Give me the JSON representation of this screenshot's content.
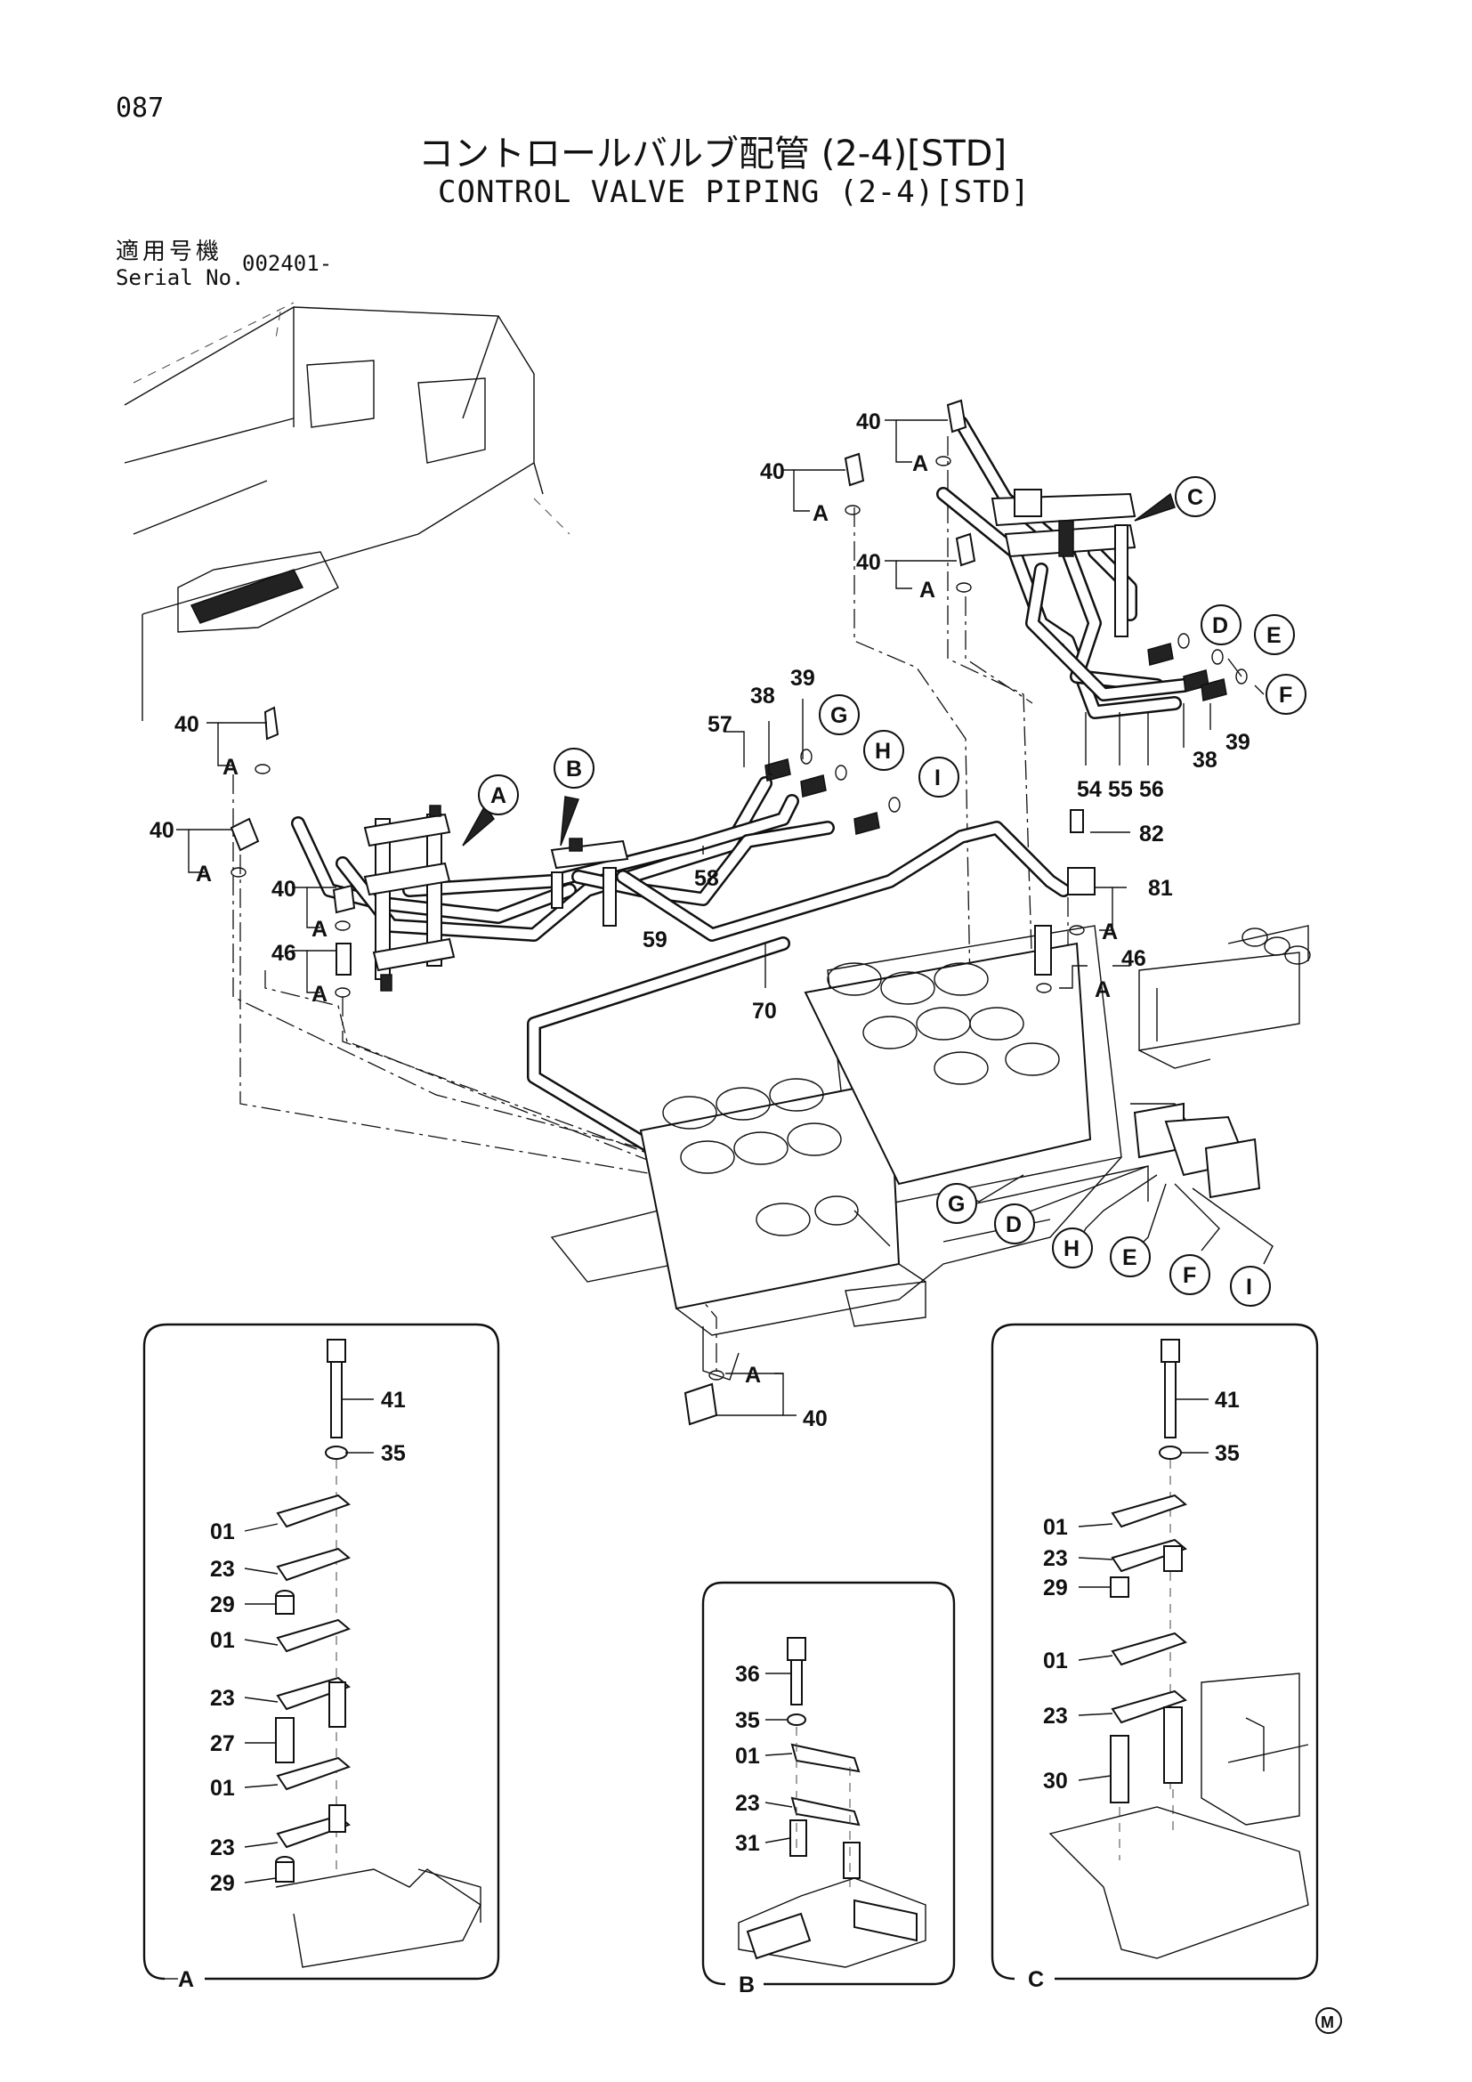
{
  "header": {
    "page_number": "087",
    "title_ja": "コントロールバルブ配管 (2-4)[STD]",
    "title_en": "CONTROL VALVE PIPING (2-4)[STD]",
    "serial_label_ja": "適用号機",
    "serial_label_en": "Serial No.",
    "serial_value": "002401-"
  },
  "part_labels": {
    "p40a": "40",
    "p40b": "40",
    "p40c": "40",
    "p40d": "40",
    "p40e": "40",
    "p40f": "40",
    "p40g": "40",
    "p46a": "46",
    "p46b": "46",
    "p38a": "38",
    "p39a": "39",
    "p57": "57",
    "p58": "58",
    "p59": "59",
    "p70": "70",
    "p38b": "38",
    "p39b": "39",
    "p54": "54",
    "p55": "55",
    "p56": "56",
    "p81": "81",
    "p82": "82"
  },
  "ref_label": "A",
  "callouts": [
    "A",
    "B",
    "C",
    "D",
    "E",
    "F",
    "G",
    "H",
    "I"
  ],
  "detail_a": {
    "title": "A",
    "labels": [
      "41",
      "35",
      "01",
      "23",
      "29",
      "01",
      "23",
      "27",
      "01",
      "23",
      "29"
    ]
  },
  "detail_b": {
    "title": "B",
    "labels": [
      "36",
      "35",
      "01",
      "23",
      "31"
    ]
  },
  "detail_c": {
    "title": "C",
    "labels": [
      "41",
      "35",
      "01",
      "23",
      "29",
      "01",
      "23",
      "30"
    ]
  },
  "footer_mark": "M"
}
